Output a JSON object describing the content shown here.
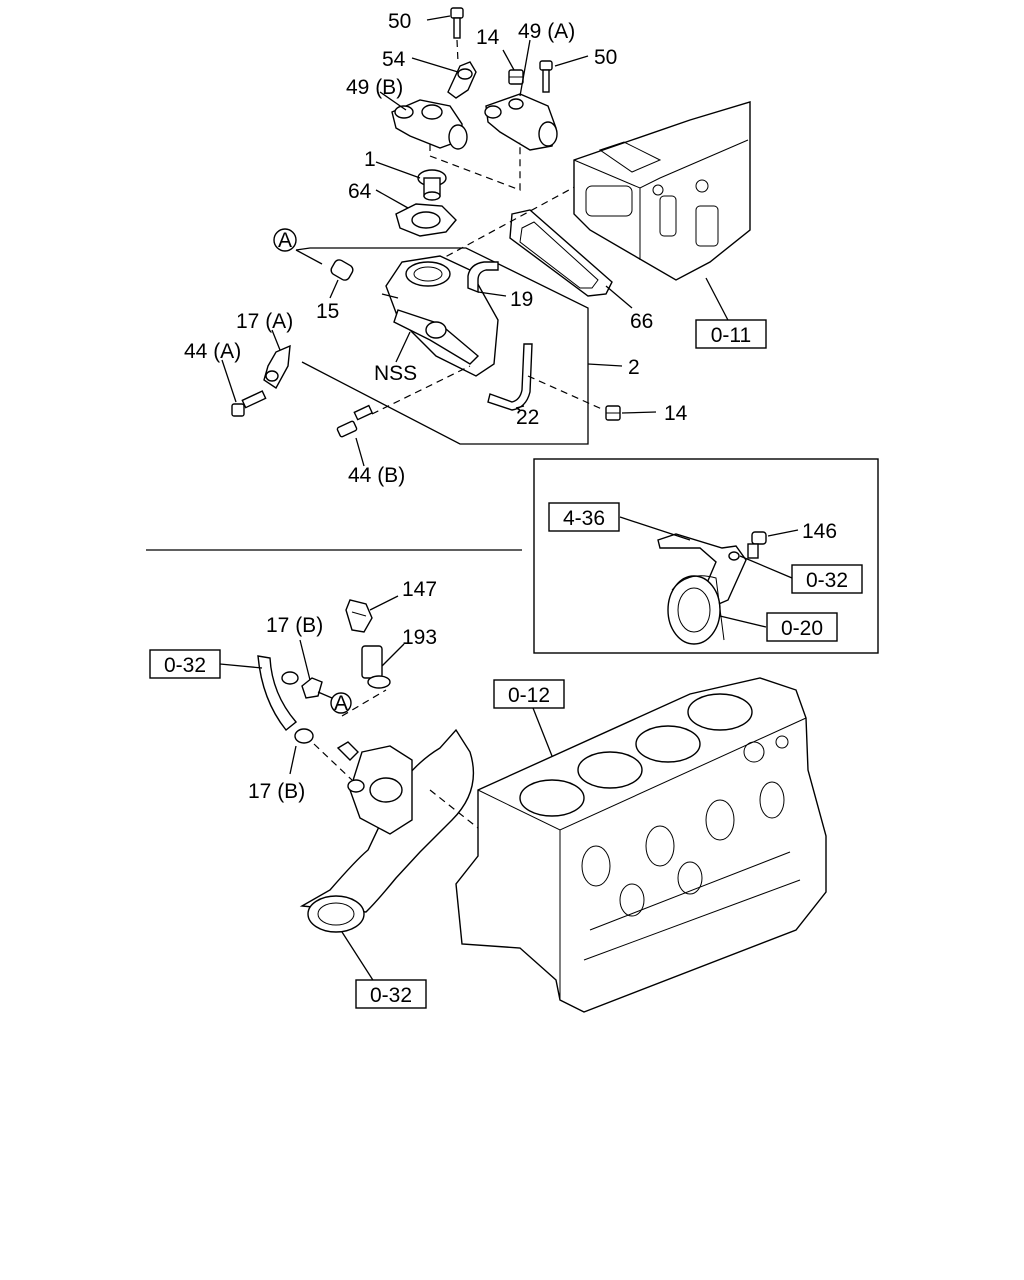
{
  "labels": {
    "p50_top": "50",
    "p54": "54",
    "p14_top": "14",
    "p49a": "49 (A)",
    "p50_right": "50",
    "p49b": "49 (B)",
    "p1": "1",
    "p64": "64",
    "circle_a_top": "A",
    "p15": "15",
    "p19": "19",
    "p66": "66",
    "p17a": "17 (A)",
    "p44a": "44 (A)",
    "nss": "NSS",
    "p2": "2",
    "p22": "22",
    "p14_mid": "14",
    "p44b": "44 (B)",
    "p146": "146",
    "p147": "147",
    "p193": "193",
    "p17b_top": "17 (B)",
    "p17b_bottom": "17 (B)",
    "circle_a_bottom": "A"
  },
  "refs": {
    "r011": "0-11",
    "r436": "4-36",
    "r032_inset": "0-32",
    "r020": "0-20",
    "r012": "0-12",
    "r032_left": "0-32",
    "r032_bottom": "0-32"
  }
}
